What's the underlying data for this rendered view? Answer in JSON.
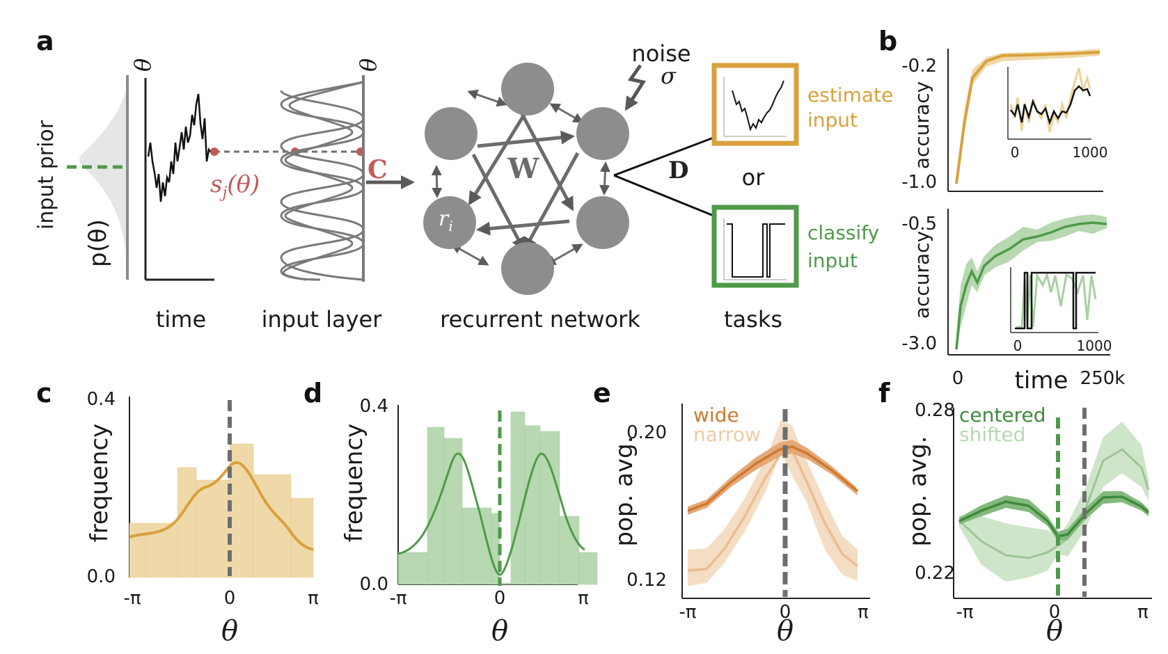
{
  "colors": {
    "orange": "#d9a03c",
    "orange_light": "#efd9a8",
    "green": "#4e9a4a",
    "green_light": "#b7d8b1",
    "dark_orange": "#cc7a2e",
    "gray": "#8a8a8a",
    "dashed_gray": "#6e6e6e",
    "red": "#c4595a"
  },
  "panel_labels": {
    "a": "a",
    "b": "b",
    "c": "c",
    "d": "d",
    "e": "e",
    "f": "f"
  },
  "a": {
    "theta": "θ",
    "theta2": "θ",
    "input_prior": "input prior",
    "p_theta": "p(θ)",
    "time": "time",
    "input_layer": "input layer",
    "s_j": "s",
    "s_j_sub": "j",
    "s_j_arg": "(θ)",
    "C": "C",
    "W": "W",
    "r_i": "r",
    "r_i_sub": "i",
    "recurrent_network": "recurrent network",
    "noise": "noise",
    "sigma": "σ",
    "D": "D",
    "or": "or",
    "estimate": "estimate",
    "estimate2": "input",
    "classify": "classify",
    "classify2": "input",
    "tasks": "tasks"
  },
  "b": {
    "top": {
      "ylabel": "accuracy",
      "ytick_top": "-0.2",
      "ytick_bottom": "-1.0",
      "inset_x0": "0",
      "inset_x1": "1000"
    },
    "bottom": {
      "ylabel": "accuracy",
      "ytick_top": "-0.5",
      "ytick_bottom": "-3.0",
      "inset_x0": "0",
      "inset_x1": "1000"
    },
    "xlabel": "time",
    "x0": "0",
    "x1": "250k"
  },
  "c": {
    "ylabel": "frequency",
    "ytick_top": "0.4",
    "ytick_bottom": "0.0",
    "x_left": "-π",
    "x_mid": "0",
    "x_right": "π",
    "xlabel": "θ"
  },
  "d": {
    "ylabel": "frequency",
    "ytick_top": "0.4",
    "ytick_bottom": "0.0",
    "x_left": "-π",
    "x_mid": "0",
    "x_right": "π",
    "xlabel": "θ"
  },
  "e": {
    "ylabel": "pop. avg.",
    "ytick_top": "0.20",
    "ytick_bottom": "0.12",
    "legend1": "wide",
    "legend2": "narrow",
    "x_left": "-π",
    "x_mid": "0",
    "x_right": "π",
    "xlabel": "θ"
  },
  "f": {
    "ylabel": "pop. avg.",
    "ytick_top": "0.28",
    "ytick_bottom": "0.22",
    "legend1": "centered",
    "legend2": "shifted",
    "x_left": "-π",
    "x_mid": "0",
    "x_right": "π",
    "xlabel": "θ"
  }
}
